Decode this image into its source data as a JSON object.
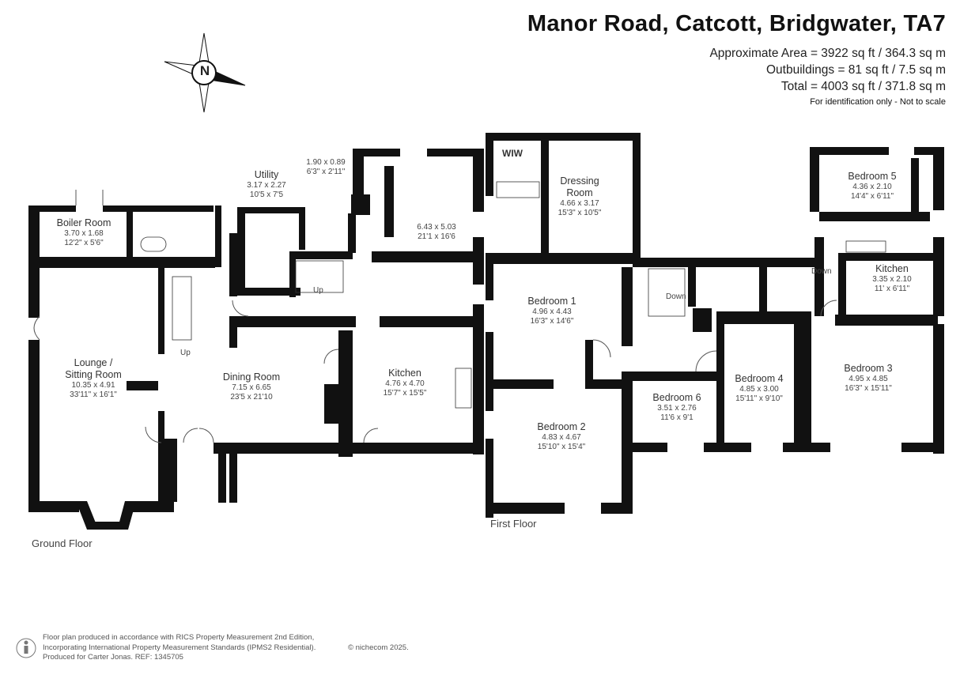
{
  "header": {
    "title": "Manor Road, Catcott, Bridgwater, TA7",
    "area_lines": [
      "Approximate Area = 3922 sq ft / 364.3 sq m",
      "Outbuildings = 81 sq ft / 7.5 sq m",
      "Total = 4003 sq ft / 371.8 sq m"
    ],
    "note": "For identification only - Not to scale"
  },
  "compass": {
    "letter": "N"
  },
  "floors": {
    "ground": "Ground Floor",
    "first": "First Floor"
  },
  "rooms": {
    "boiler": {
      "name": "Boiler Room",
      "metric": "3.70 x 1.68",
      "imperial": "12'2\" x 5'6\""
    },
    "utility": {
      "name": "Utility",
      "metric": "3.17 x 2.27",
      "imperial": "10'5 x 7'5"
    },
    "store": {
      "metric": "1.90 x 0.89",
      "imperial": "6'3\" x 2'11\""
    },
    "back_room": {
      "metric": "6.43 x 5.03",
      "imperial": "21'1 x 16'6"
    },
    "lounge": {
      "name1": "Lounge /",
      "name2": "Sitting Room",
      "metric": "10.35 x 4.91",
      "imperial": "33'11\" x 16'1\""
    },
    "dining": {
      "name": "Dining Room",
      "metric": "7.15 x 6.65",
      "imperial": "23'5 x 21'10"
    },
    "kitchen": {
      "name": "Kitchen",
      "metric": "4.76 x 4.70",
      "imperial": "15'7\" x 15'5\""
    },
    "wiw": {
      "name": "WIW"
    },
    "dressing": {
      "name1": "Dressing",
      "name2": "Room",
      "metric": "4.66 x 3.17",
      "imperial": "15'3\" x 10'5\""
    },
    "bed1": {
      "name": "Bedroom 1",
      "metric": "4.96 x 4.43",
      "imperial": "16'3\" x 14'6\""
    },
    "bed2": {
      "name": "Bedroom 2",
      "metric": "4.83 x 4.67",
      "imperial": "15'10\" x 15'4\""
    },
    "bed3": {
      "name": "Bedroom 3",
      "metric": "4.95 x 4.85",
      "imperial": "16'3\" x 15'11\""
    },
    "bed4": {
      "name": "Bedroom 4",
      "metric": "4.85 x 3.00",
      "imperial": "15'11\" x 9'10\""
    },
    "bed5": {
      "name": "Bedroom 5",
      "metric": "4.36 x 2.10",
      "imperial": "14'4\" x 6'11\""
    },
    "bed6": {
      "name": "Bedroom 6",
      "metric": "3.51 x 2.76",
      "imperial": "11'6 x 9'1"
    },
    "kitchen2": {
      "name": "Kitchen",
      "metric": "3.35 x 2.10",
      "imperial": "11' x 6'11\""
    }
  },
  "stairs": {
    "up": "Up",
    "down": "Down"
  },
  "footer": {
    "lines": [
      "Floor plan produced in accordance with RICS Property Measurement 2nd Edition,",
      "Incorporating International Property Measurement Standards (IPMS2 Residential).",
      "Produced for Carter Jonas.   REF: 1345705"
    ],
    "brand": "© nichecom 2025."
  },
  "colors": {
    "wall": "#111111",
    "text": "#333333"
  }
}
